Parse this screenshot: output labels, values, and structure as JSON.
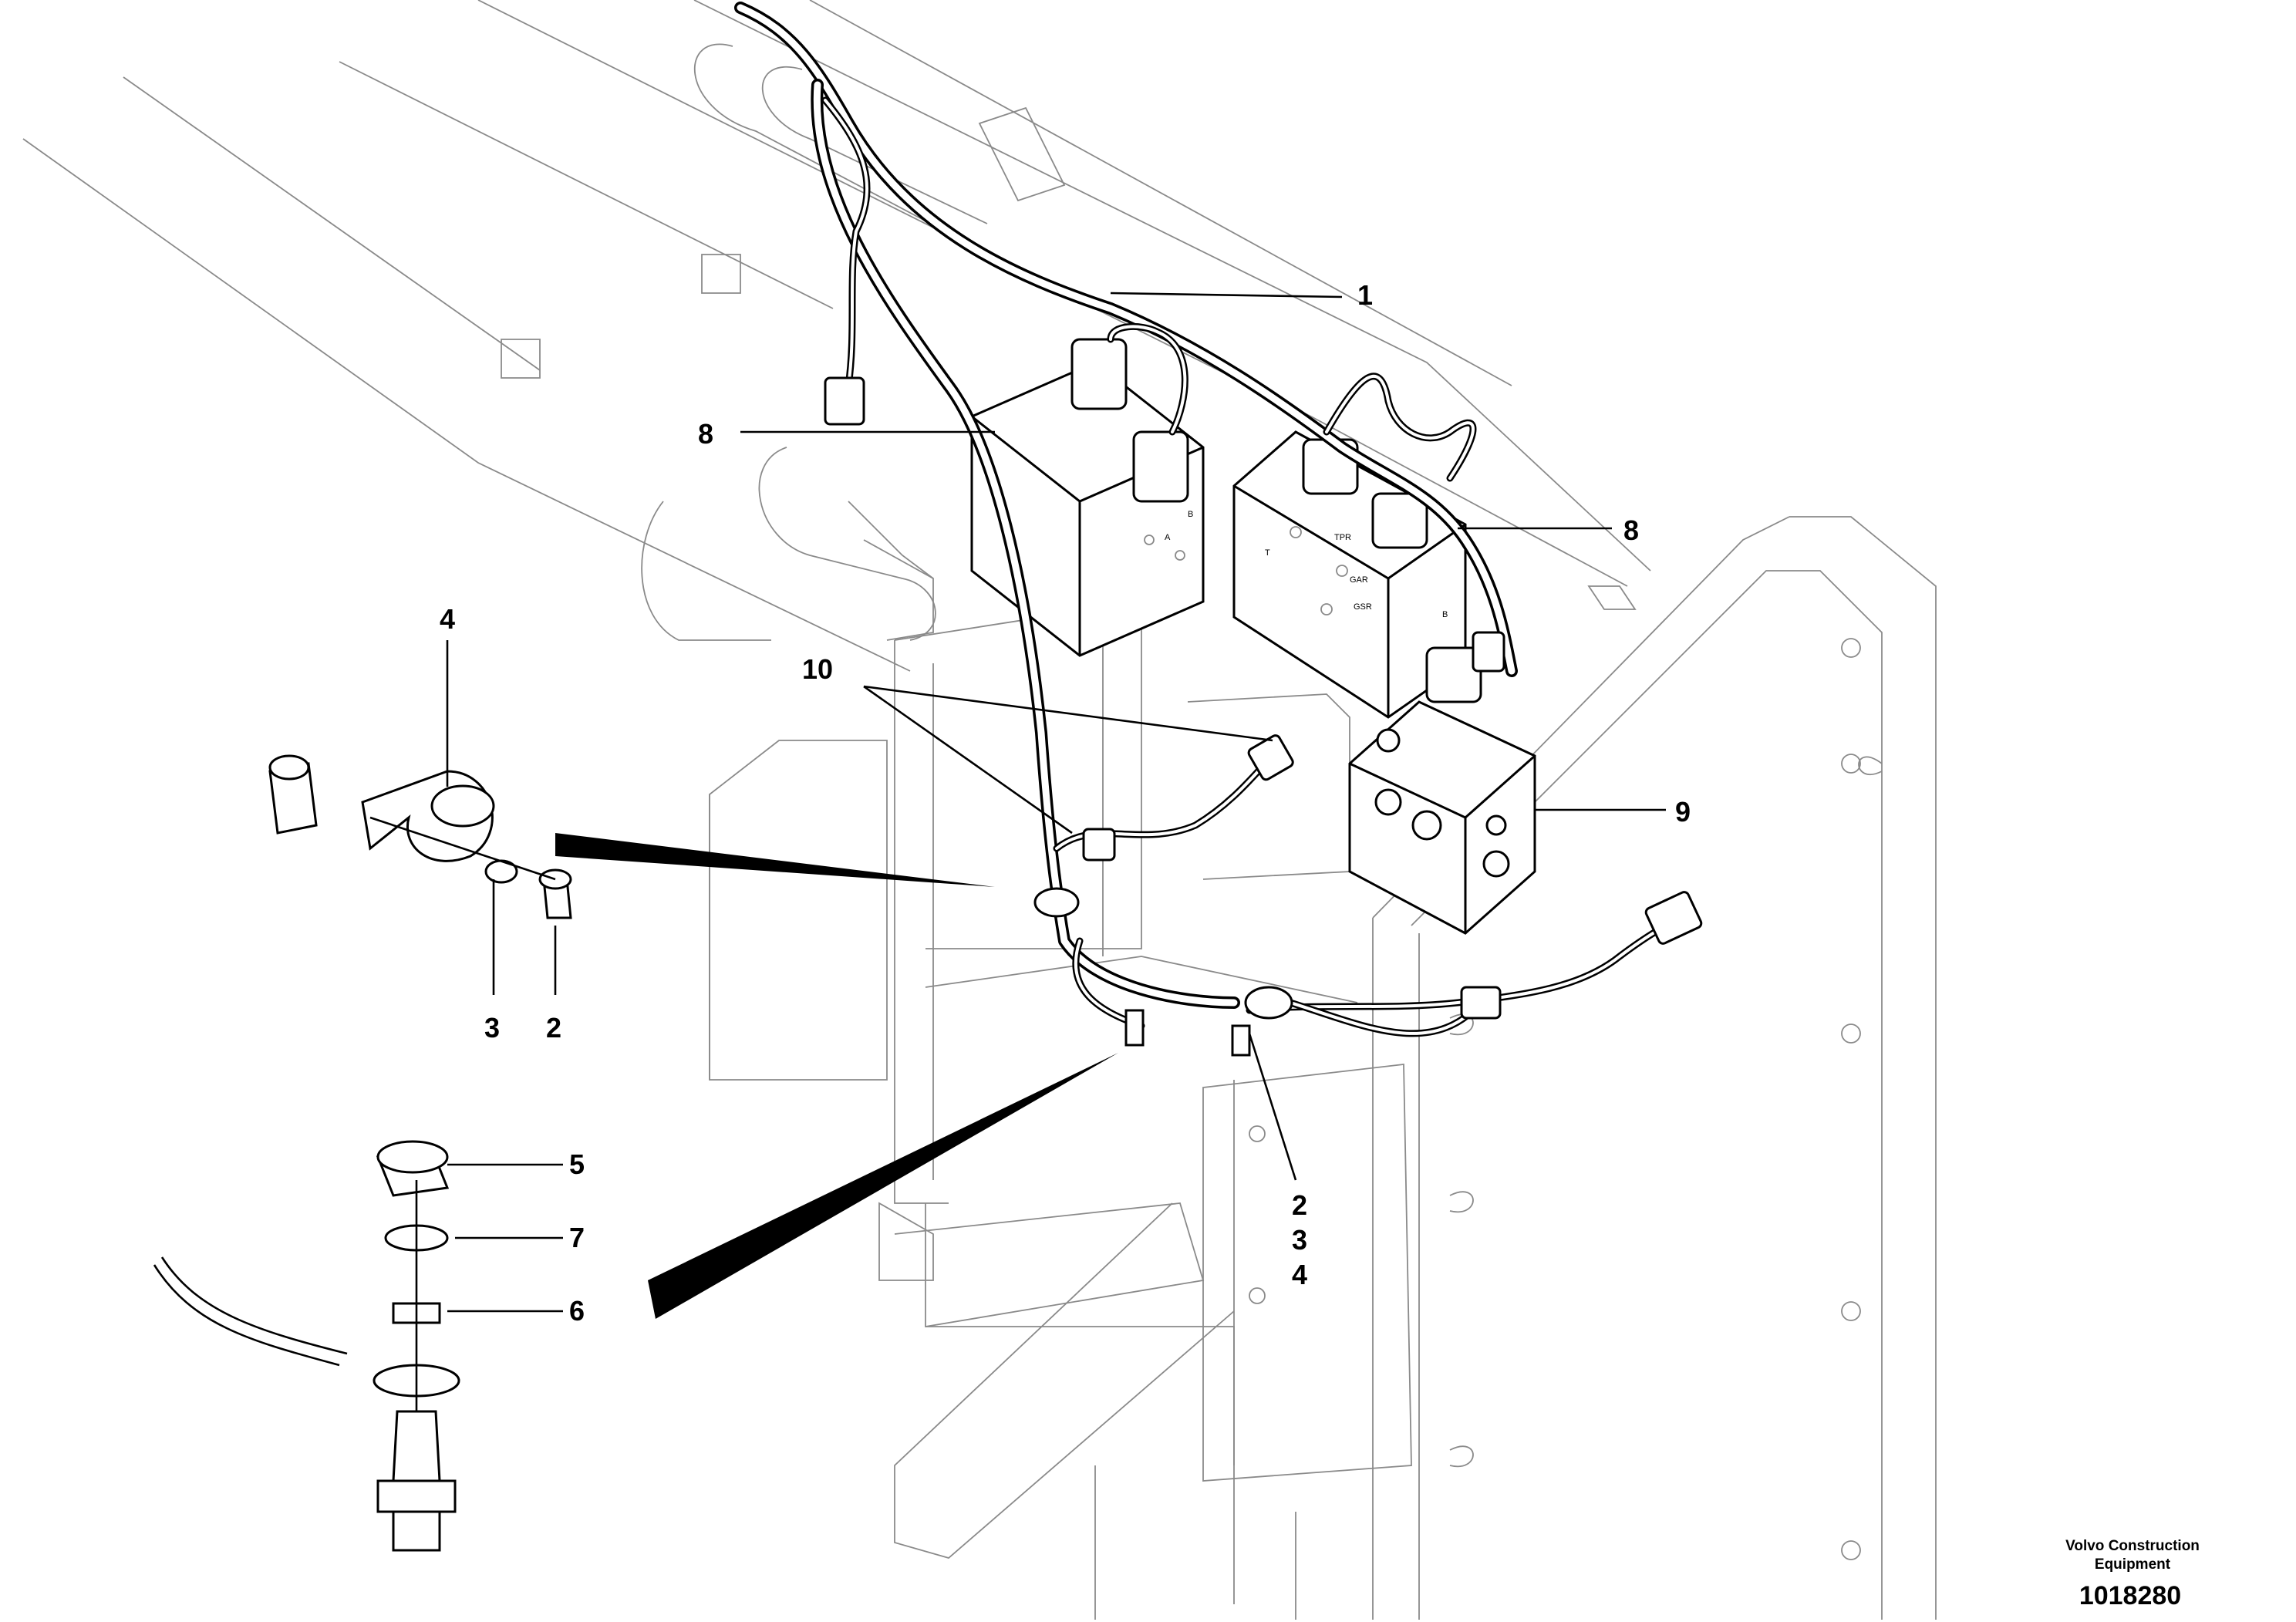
{
  "callouts": {
    "c1": "1",
    "c8a": "8",
    "c8b": "8",
    "c9": "9",
    "c10": "10",
    "c4": "4",
    "c3": "3",
    "c2": "2",
    "c5": "5",
    "c7": "7",
    "c6": "6",
    "c234_2": "2",
    "c234_3": "3",
    "c234_4": "4"
  },
  "valve_ports": {
    "p_a": "A",
    "p_b": "B",
    "p_tpr": "TPR",
    "p_t": "T",
    "p_gar": "GAR",
    "p_gsr": "GSR",
    "p_b2": "B"
  },
  "caption": {
    "line1": "Volvo Construction",
    "line2": "Equipment",
    "number": "1018280"
  }
}
